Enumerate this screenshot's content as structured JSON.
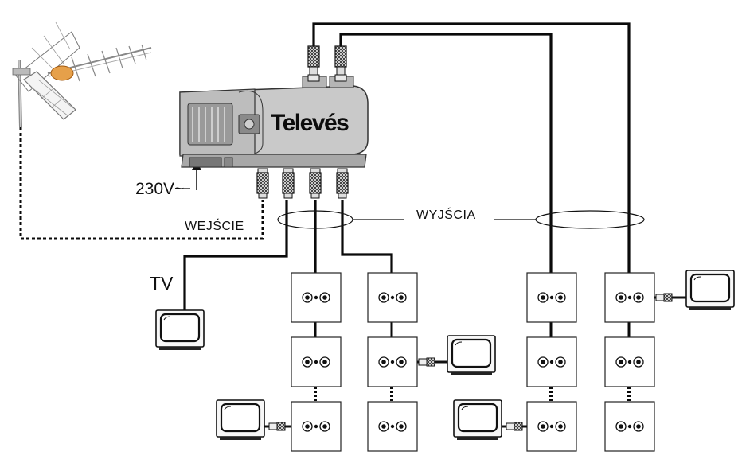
{
  "labels": {
    "power": "230V~",
    "input": "WEJŚCIE",
    "outputs": "WYJŚCIA",
    "tv": "TV",
    "brand": "Televés"
  },
  "colors": {
    "cable": "#0a0a0a",
    "amplifier_body": "#c9c9c9",
    "amplifier_dark": "#8c8c8c",
    "wall_socket": "#ffffff",
    "antenna_accent": "#e6a04a"
  },
  "components": {
    "antenna": "antenna-icon",
    "amplifier": "amplifier-icon",
    "tv_sets": 5,
    "wall_sockets_per_column": 3,
    "socket_columns": 4
  }
}
